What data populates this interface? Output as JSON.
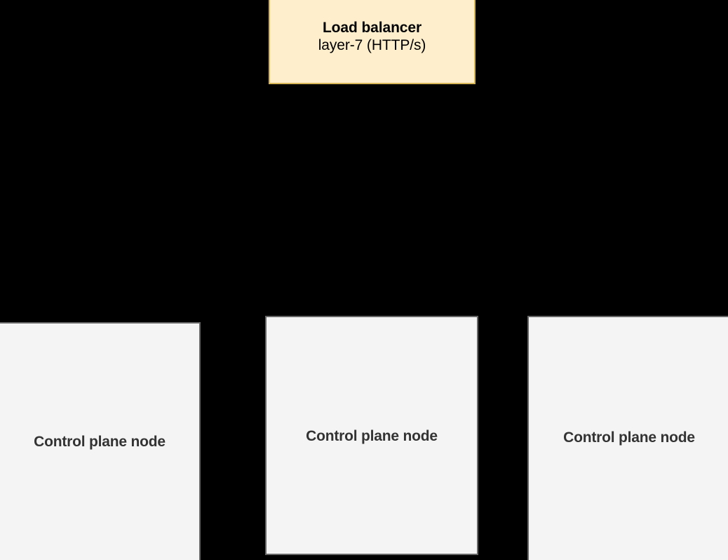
{
  "diagram": {
    "background_color": "#000000",
    "nodes": {
      "load_balancer": {
        "title": "Load balancer",
        "subtitle": "layer-7 (HTTP/s)",
        "fill_color": "#ffeecc",
        "border_color": "#d6b656",
        "text_color": "#000000"
      },
      "control_planes": [
        {
          "label": "Control plane node",
          "fill_color": "#f4f4f4",
          "border_color": "#666666",
          "text_color": "#333333"
        },
        {
          "label": "Control plane node",
          "fill_color": "#f4f4f4",
          "border_color": "#666666",
          "text_color": "#333333"
        },
        {
          "label": "Control plane node",
          "fill_color": "#f4f4f4",
          "border_color": "#666666",
          "text_color": "#333333"
        }
      ]
    }
  }
}
